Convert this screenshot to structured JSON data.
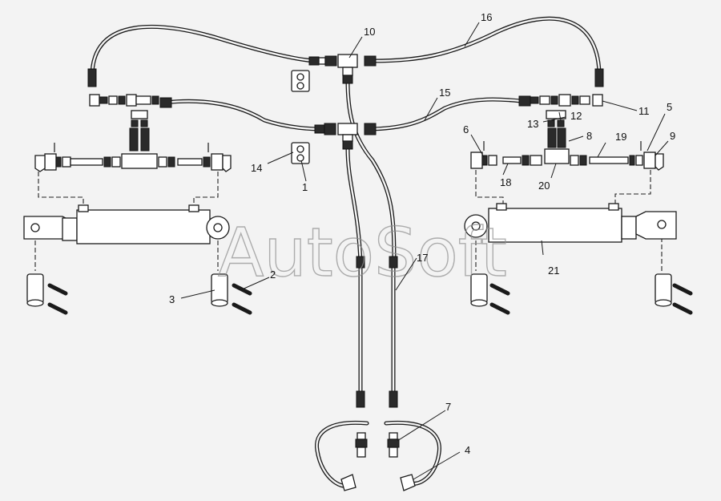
{
  "watermark": "AutoSoft",
  "callouts": [
    {
      "id": "c1",
      "label": "1"
    },
    {
      "id": "c2",
      "label": "2"
    },
    {
      "id": "c3",
      "label": "3"
    },
    {
      "id": "c4",
      "label": "4"
    },
    {
      "id": "c5",
      "label": "5"
    },
    {
      "id": "c6",
      "label": "6"
    },
    {
      "id": "c7",
      "label": "7"
    },
    {
      "id": "c8",
      "label": "8"
    },
    {
      "id": "c9",
      "label": "9"
    },
    {
      "id": "c10",
      "label": "10"
    },
    {
      "id": "c11",
      "label": "11"
    },
    {
      "id": "c12",
      "label": "12"
    },
    {
      "id": "c13",
      "label": "13"
    },
    {
      "id": "c14",
      "label": "14"
    },
    {
      "id": "c15",
      "label": "15"
    },
    {
      "id": "c16",
      "label": "16"
    },
    {
      "id": "c17",
      "label": "17"
    },
    {
      "id": "c18",
      "label": "18"
    },
    {
      "id": "c19",
      "label": "19"
    },
    {
      "id": "c20",
      "label": "20"
    },
    {
      "id": "c21",
      "label": "21"
    }
  ]
}
